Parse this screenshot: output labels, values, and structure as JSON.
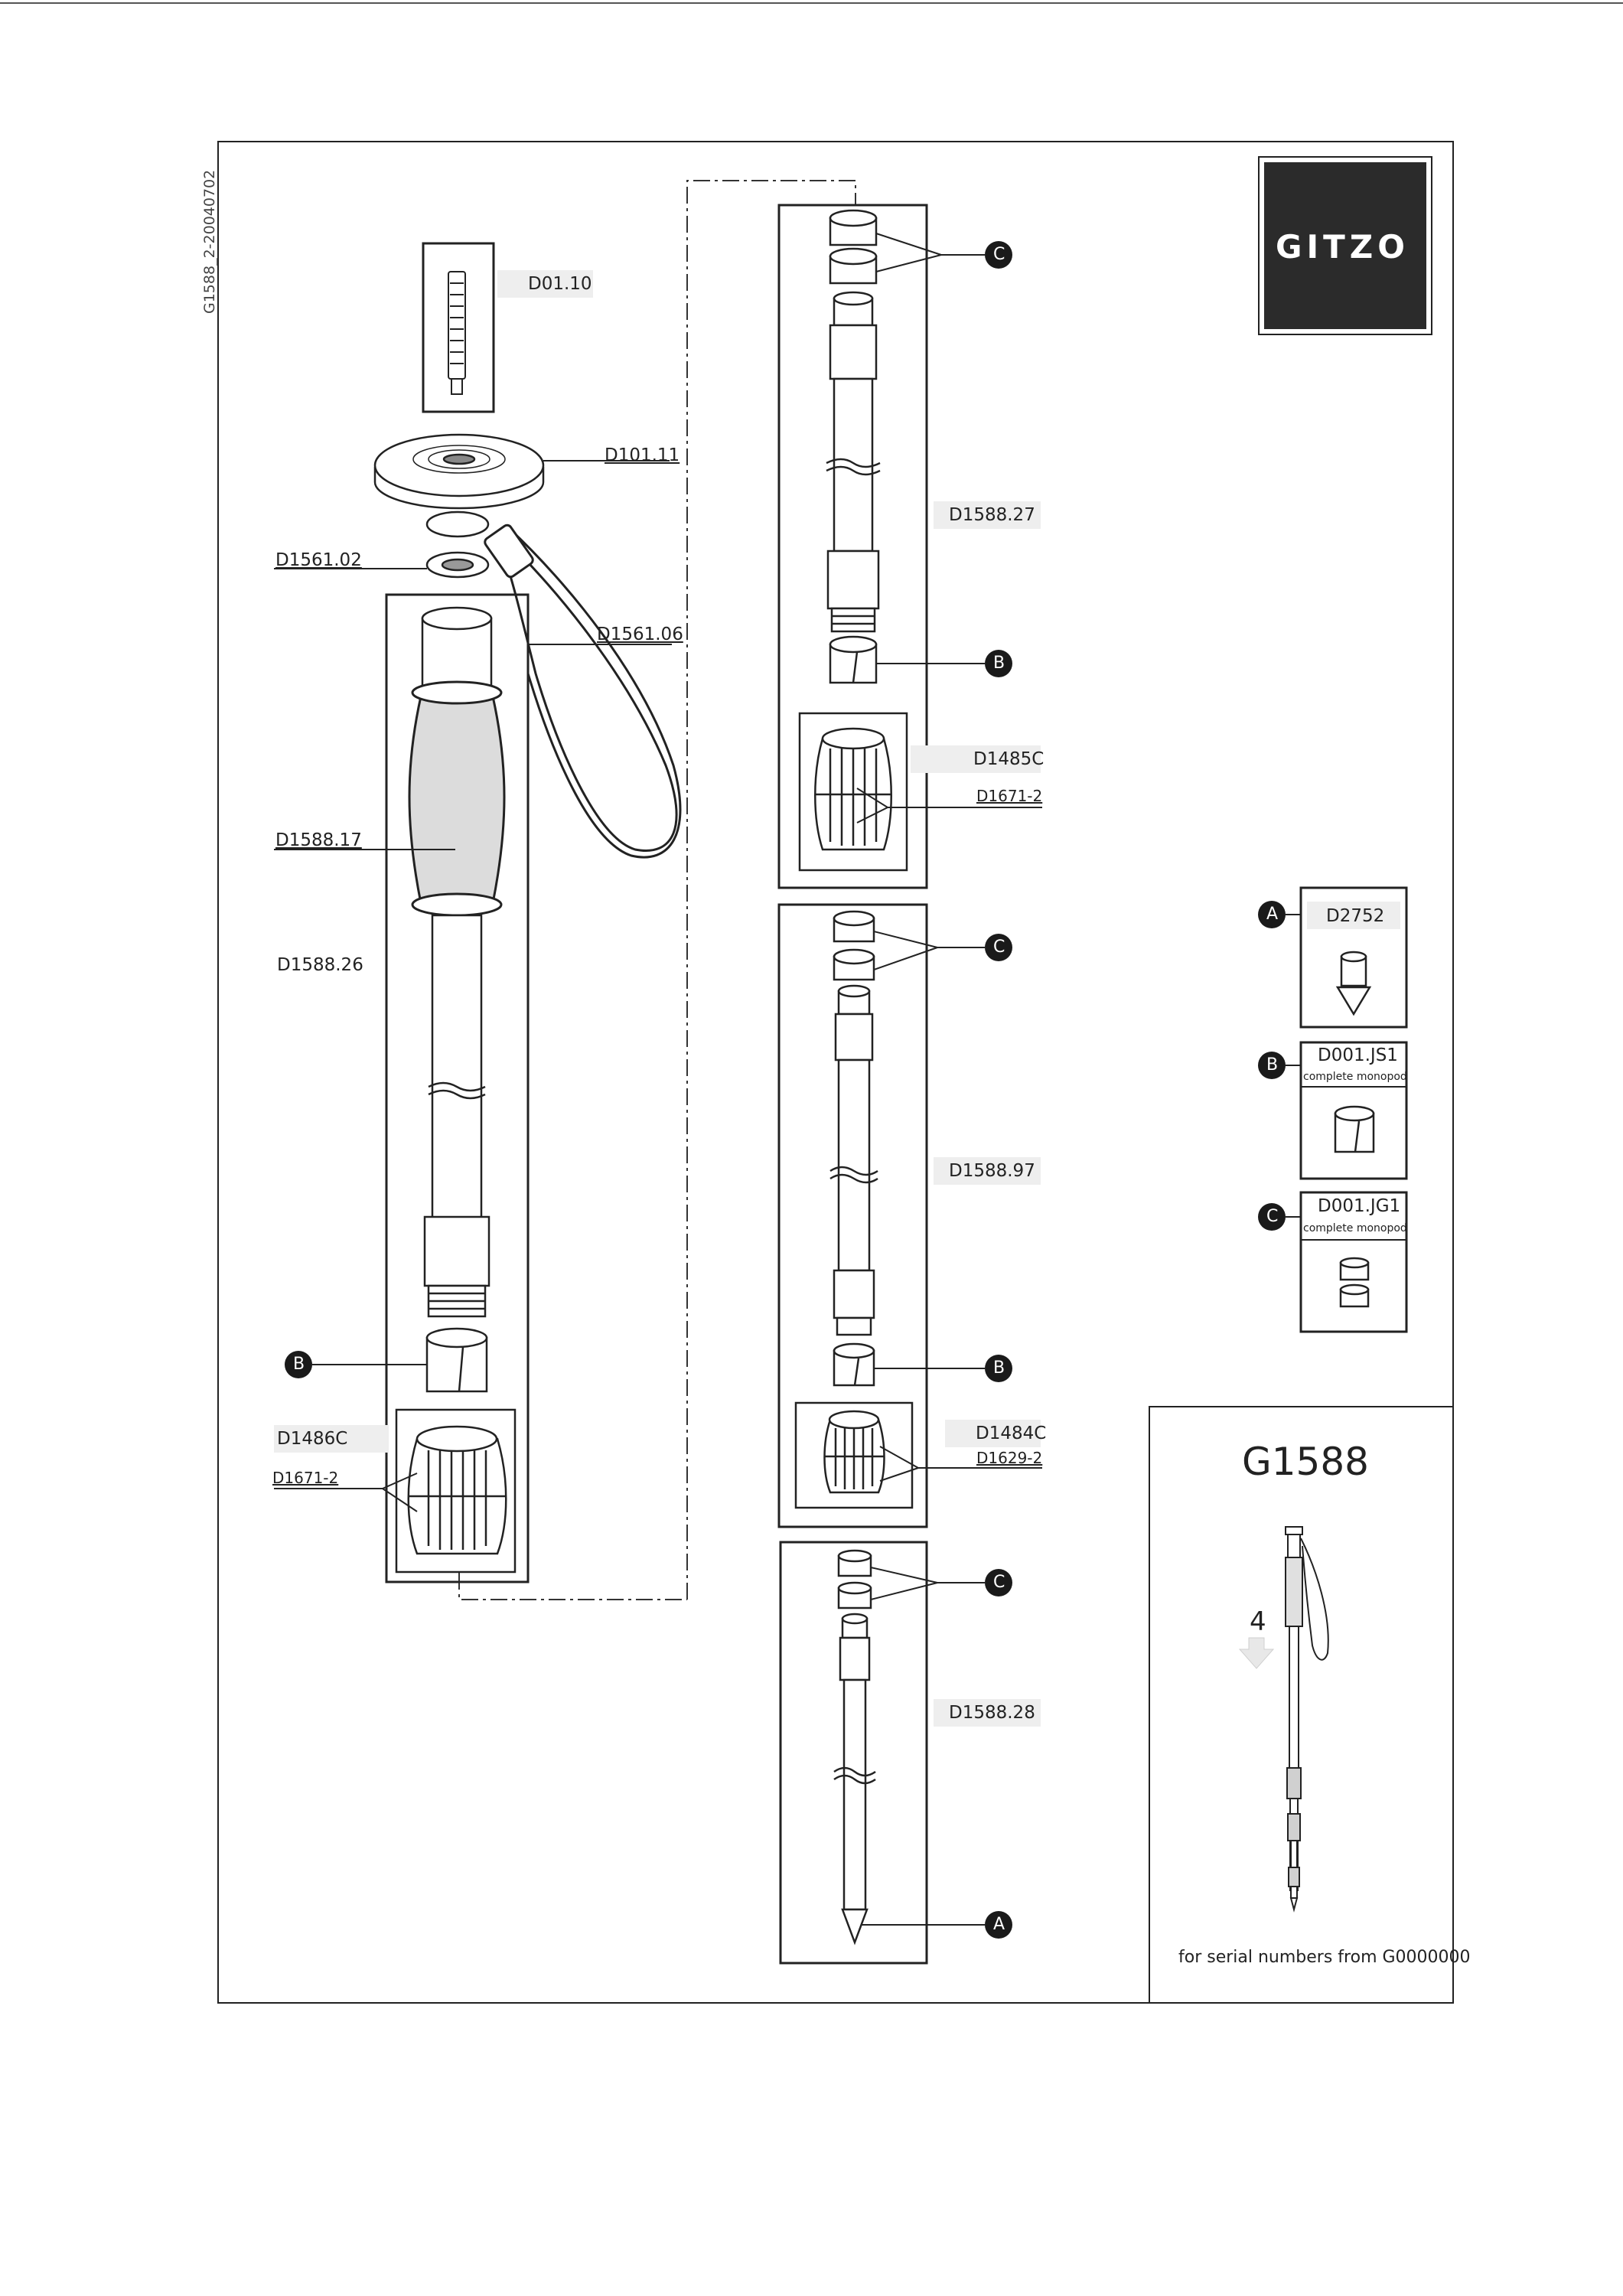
{
  "doc_code": "G1588_2-20040702",
  "logo": "GITZO",
  "model": "G1588",
  "sections": "4",
  "serial_note": "for serial numbers from G0000000",
  "parts": {
    "d0110": "D01.10",
    "d10111": "D101.11",
    "d156102": "D1561.02",
    "d156106": "D1561.06",
    "d158817": "D1588.17",
    "d158826": "D1588.26",
    "d1486c": "D1486C",
    "d16712_left": "D1671-2",
    "d158827": "D1588.27",
    "d1485c": "D1485C",
    "d16712_right": "D1671-2",
    "d158897": "D1588.97",
    "d1484c": "D1484C",
    "d16292": "D1629-2",
    "d158828": "D1588.28"
  },
  "legend": {
    "a_code": "D2752",
    "b_code": "D001.JS1",
    "b_note": "complete monopod",
    "c_code": "D001.JG1",
    "c_note": "complete monopod"
  },
  "markers": {
    "a": "A",
    "b": "B",
    "c": "C"
  },
  "colors": {
    "ink": "#1a1a1a",
    "logo_bg": "#2b2b2b",
    "grip": "#dcdcdc"
  }
}
